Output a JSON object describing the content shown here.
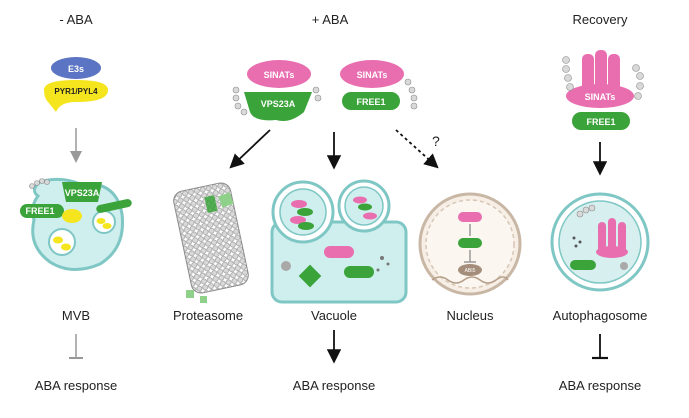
{
  "headers": {
    "minus_aba": "- ABA",
    "plus_aba": "+ ABA",
    "recovery": "Recovery"
  },
  "proteins": {
    "e3s": "E3s",
    "pyr": "PYR1/PYL4",
    "sinats": "SINATs",
    "vps23a": "VPS23A",
    "free1": "FREE1"
  },
  "compartments": {
    "mvb": "MVB",
    "proteasome": "Proteasome",
    "vacuole": "Vacuole",
    "nucleus": "Nucleus",
    "autophagosome": "Autophagosome",
    "abi5": "ABI5"
  },
  "question_mark": "?",
  "responses": {
    "left": "ABA response",
    "middle": "ABA response",
    "right": "ABA response"
  },
  "colors": {
    "green": "#3aa339",
    "pink": "#e86eb0",
    "yellow": "#f5e51f",
    "blue": "#5b74c3",
    "teal": "#7fc7c4",
    "gray": "#8c8c8c"
  }
}
